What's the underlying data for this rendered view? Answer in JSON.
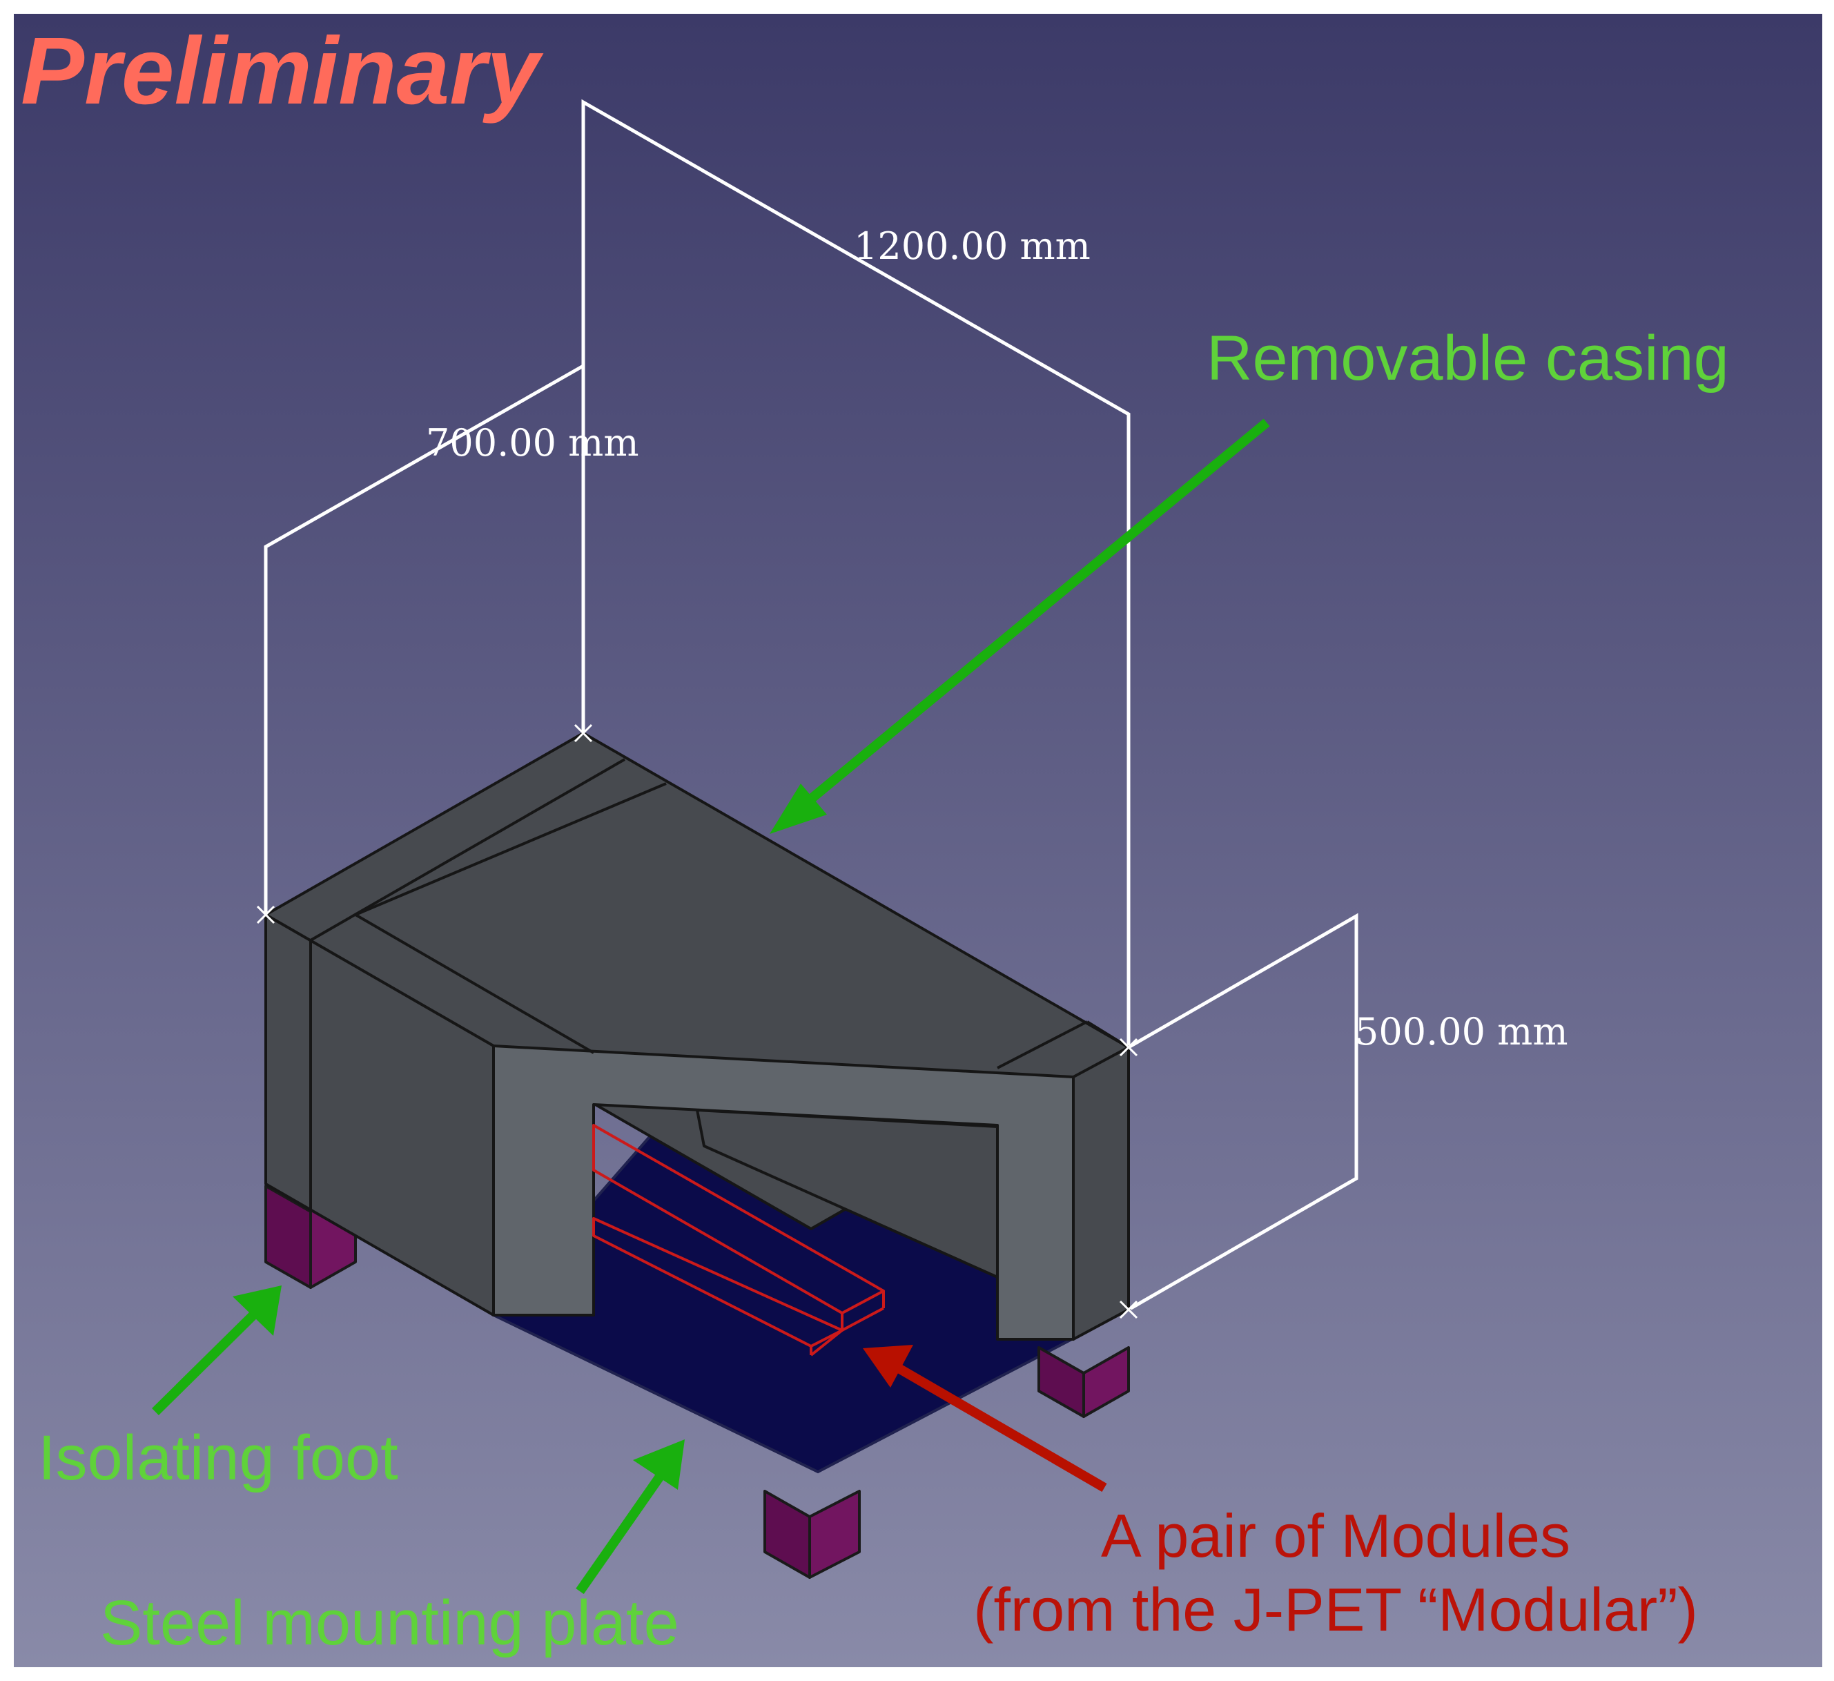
{
  "title": "Preliminary",
  "dimensions": {
    "width": "1200.00 mm",
    "depth": "700.00 mm",
    "height": "500.00 mm"
  },
  "labels": {
    "casing": "Removable casing",
    "foot": "Isolating foot",
    "plate": "Steel mounting plate",
    "modules_line1": "A pair of Modules",
    "modules_line2": "(from the J-PET “Modular”)"
  },
  "colors": {
    "background_top": "#3c3a68",
    "background_bottom": "#898aa8",
    "title": "#ff6b5b",
    "green_label": "#5fd23a",
    "green_arrow": "#19b00e",
    "red_label": "#bb1208",
    "red_arrow": "#b81000",
    "casing_dark": "#474a4f",
    "casing_light": "#60656b",
    "plate": "#0b0b4a",
    "foot": "#6b0f5a",
    "module_outline": "#cc1a1a",
    "dimension_lines": "#ffffff"
  }
}
